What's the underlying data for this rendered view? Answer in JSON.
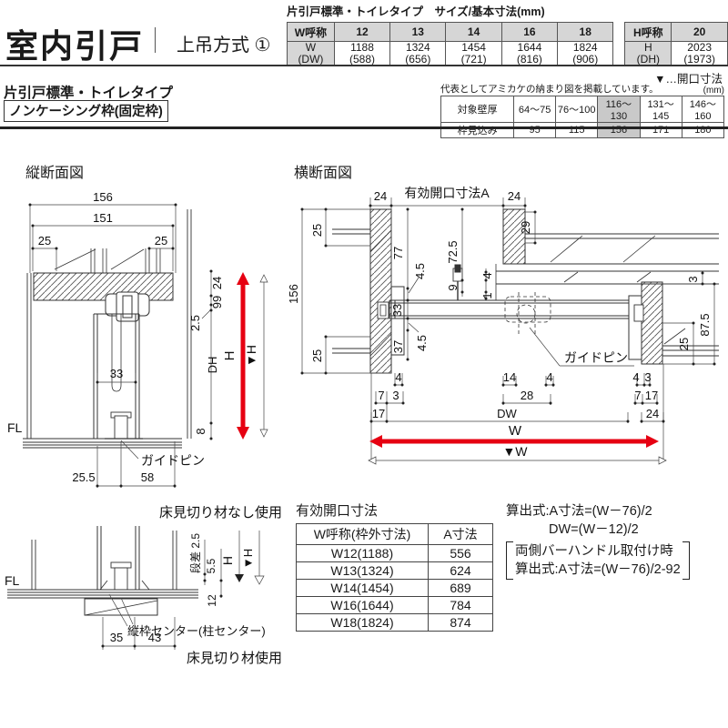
{
  "page": {
    "title": "室内引戸",
    "subtitle": "上吊方式 ①",
    "opening_note": "▼…開口寸法",
    "type_heading": "片引戸標準・トイレタイプ",
    "frame_heading": "ノンケーシング枠(固定枠)"
  },
  "size_table": {
    "title": "片引戸標準・トイレタイプ　サイズ/基本寸法(mm)",
    "w_header": "W呼称",
    "w_cols": [
      "12",
      "13",
      "14",
      "16",
      "18"
    ],
    "w_row_label1": "W",
    "w_row_label2": "(DW)",
    "w_values1": [
      "1188",
      "1324",
      "1454",
      "1644",
      "1824"
    ],
    "w_values2": [
      "(588)",
      "(656)",
      "(721)",
      "(816)",
      "(906)"
    ],
    "h_header": "H呼称",
    "h_col": "20",
    "h_row_label1": "H",
    "h_row_label2": "(DH)",
    "h_value1": "2023",
    "h_value2": "(1973)"
  },
  "wall_table": {
    "note": "代表としてアミカケの納まり図を掲載しています。",
    "unit": "(mm)",
    "row1_label": "対象壁厚",
    "row1": [
      "64～75",
      "76～100",
      "116～130",
      "131～145",
      "146～160"
    ],
    "row2_label": "枠見込み",
    "row2": [
      "95",
      "115",
      "156",
      "171",
      "180"
    ]
  },
  "vertical_section": {
    "title": "縦断面図",
    "dims": {
      "top156": "156",
      "top151": "151",
      "left25": "25",
      "right25": "25",
      "r24": "24",
      "r99": "99",
      "r2_5": "2.5",
      "mid33": "33",
      "b8": "8",
      "b25_5": "25.5",
      "b58": "58"
    },
    "labels": {
      "fl": "FL",
      "dh": "DH",
      "h": "H",
      "vh": "▼H",
      "pin": "ガイドピン"
    }
  },
  "horizontal_section": {
    "title": "横断面図",
    "opening_label": "有効開口寸法A",
    "dims": {
      "l24": "24",
      "r24": "24",
      "t25": "25",
      "l156": "156",
      "b25": "25",
      "d77": "77",
      "d45a": "4.5",
      "d33": "33",
      "d45b": "4.5",
      "d37": "37",
      "d725": "72.5",
      "d4a": "4",
      "d9": "9",
      "d1": "1",
      "d29": "29",
      "d3r": "3",
      "d875": "87.5",
      "d25r": "25",
      "bl4": "4",
      "bl7": "7",
      "bl3": "3",
      "bl17": "17",
      "c14": "14",
      "c4": "4",
      "c28": "28",
      "br4": "4",
      "br3": "3",
      "br7": "7",
      "br17": "17",
      "br24": "24"
    },
    "labels": {
      "dw": "DW",
      "w": "W",
      "vw": "▼W",
      "pin": "ガイドピン"
    }
  },
  "floor_section": {
    "caption_top": "床見切り材なし使用",
    "caption_bottom": "床見切り材使用",
    "fl": "FL",
    "step": "段差 2.5",
    "d55": "5.5",
    "h": "H",
    "vh": "▼H",
    "d12": "12",
    "center_label": "縦枠センター(柱センター)",
    "d35": "35",
    "d43": "43"
  },
  "opening_table": {
    "title": "有効開口寸法",
    "col1": "W呼称(枠外寸法)",
    "col2": "A寸法",
    "rows": [
      {
        "w": "W12(1188)",
        "a": "556"
      },
      {
        "w": "W13(1324)",
        "a": "624"
      },
      {
        "w": "W14(1454)",
        "a": "689"
      },
      {
        "w": "W16(1644)",
        "a": "784"
      },
      {
        "w": "W18(1824)",
        "a": "874"
      }
    ]
  },
  "formulas": {
    "line1": "算出式:A寸法=(W－76)/2",
    "line2": "DW=(W－12)/2",
    "bracket_line1": "両側バーハンドル取付け時",
    "bracket_line2": "算出式:A寸法=(W－76)/2-92"
  },
  "colors": {
    "accent_red": "#e60012",
    "table_header_bg": "#d6d6d6",
    "highlight_bg": "#c9c9c9"
  }
}
